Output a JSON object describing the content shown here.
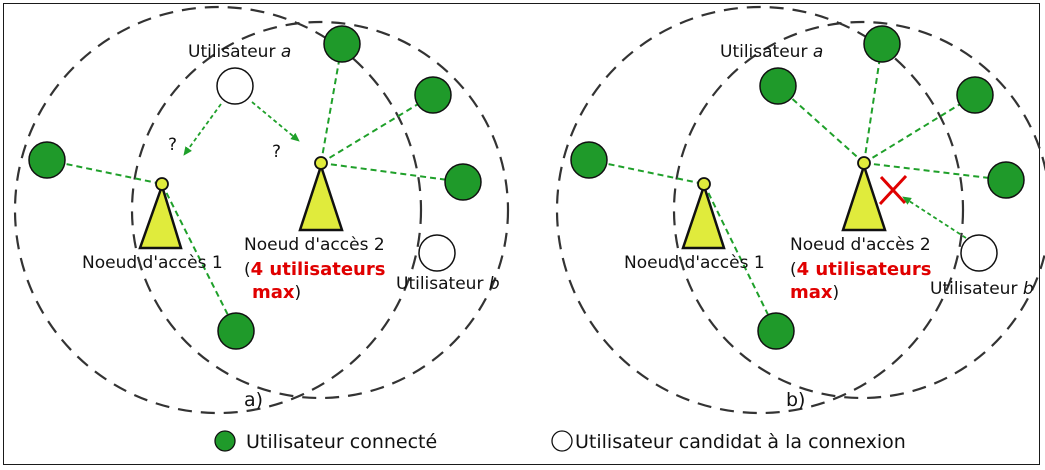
{
  "colors": {
    "connected_user": "#1f9a2a",
    "access_node": "#e0eb3c",
    "link": "#1fa02a",
    "warning": "#e00000",
    "circle": "#333333"
  },
  "panel_a": {
    "label": "a)",
    "user_a": {
      "name": "Utilisateur ",
      "letter": "a"
    },
    "user_b": {
      "name": "Utilisateur ",
      "letter": "b"
    },
    "node1": "Noeud d'accès 1",
    "node2": "Noeud d'accès 2",
    "node2_open": "(",
    "node2_cap": "4 utilisateurs",
    "node2_cap_max": "max",
    "node2_close": ")",
    "question": "?"
  },
  "panel_b": {
    "label": "b)",
    "user_a": {
      "name": "Utilisateur ",
      "letter": "a"
    },
    "user_b": {
      "name": "Utilisateur ",
      "letter": "b"
    },
    "node1": "Noeud d'accès 1",
    "node2": "Noeud d'accès 2",
    "node2_open": "(",
    "node2_cap": "4 utilisateurs",
    "node2_cap_max": "max",
    "node2_close": ")",
    "reject_icon": "cross-icon"
  },
  "legend": {
    "connected": "Utilisateur connecté",
    "candidate": "Utilisateur candidat à la connexion"
  }
}
